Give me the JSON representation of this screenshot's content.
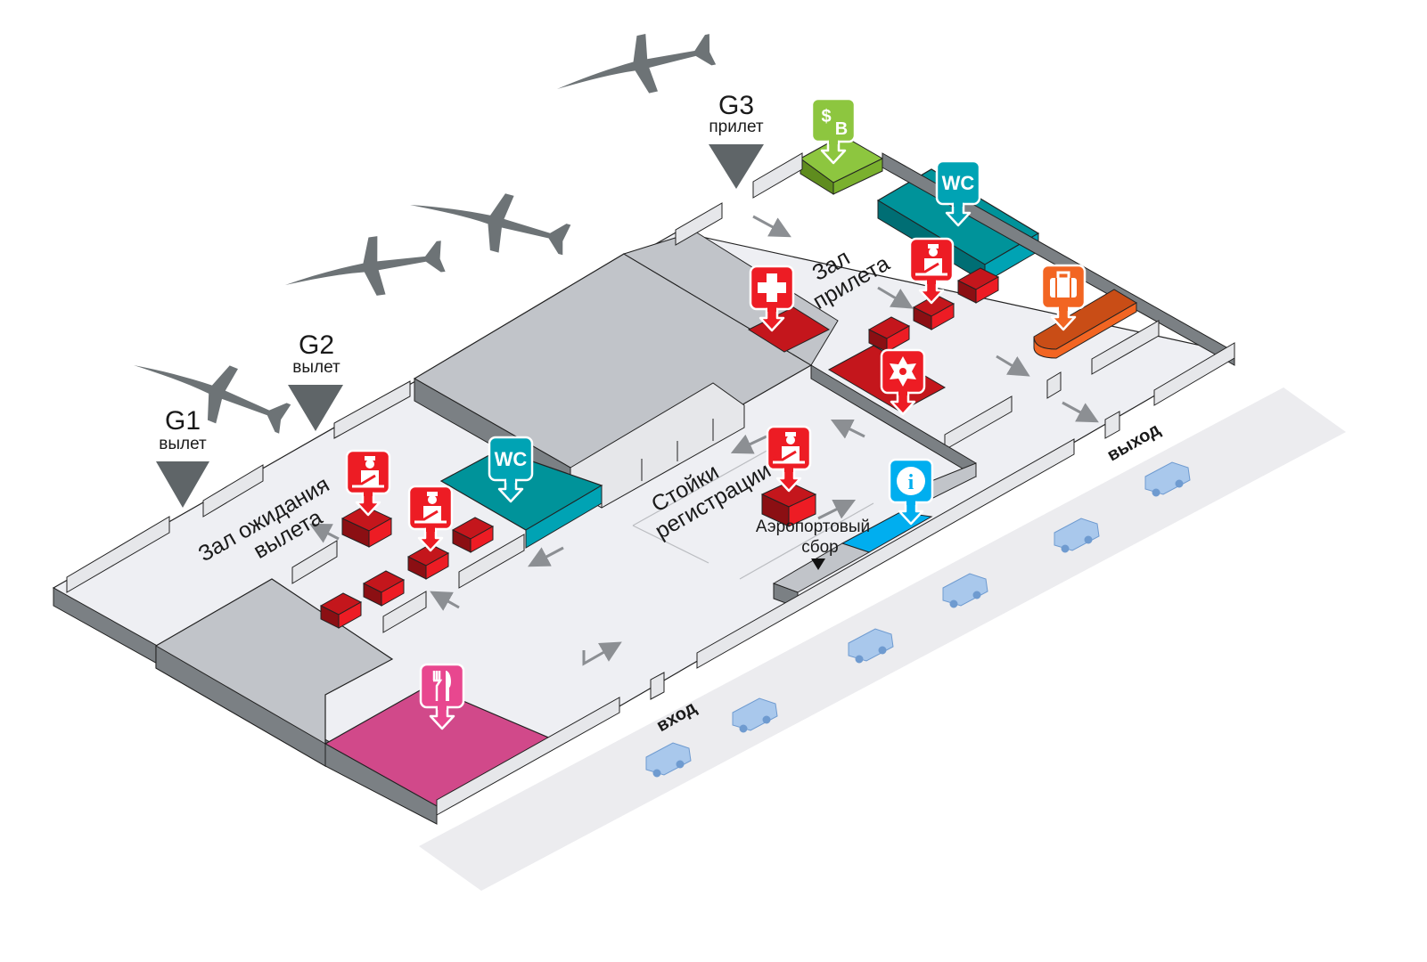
{
  "map": {
    "title": "Airport terminal floor plan",
    "gates": [
      {
        "code": "G1",
        "type": "вылет"
      },
      {
        "code": "G2",
        "type": "вылет"
      },
      {
        "code": "G3",
        "type": "прилет"
      }
    ],
    "zones": {
      "departure_lounge": [
        "Зал ожидания",
        "вылета"
      ],
      "arrival_hall": [
        "Зал",
        "прилета"
      ],
      "check_in": [
        "Стойки",
        "регистрации"
      ],
      "airport_fee": [
        "Аэропортовый",
        "сбор"
      ],
      "entrance": "вход",
      "exit": "выход"
    },
    "icons": [
      {
        "id": "currency-exchange",
        "symbol": "$₿",
        "color": "#8dc63f"
      },
      {
        "id": "wc-arrival",
        "symbol": "WC",
        "color": "#00a3b4"
      },
      {
        "id": "wc-departure",
        "symbol": "WC",
        "color": "#00a3b4"
      },
      {
        "id": "medical",
        "symbol": "+",
        "color": "#ed1c24"
      },
      {
        "id": "passport-control-arrival",
        "symbol": "officer",
        "color": "#ed1c24"
      },
      {
        "id": "police",
        "symbol": "★",
        "color": "#ed1c24"
      },
      {
        "id": "baggage-claim",
        "symbol": "suitcase",
        "color": "#f26522"
      },
      {
        "id": "check-in-desk",
        "symbol": "officer",
        "color": "#ed1c24"
      },
      {
        "id": "information",
        "symbol": "i",
        "color": "#00aeef"
      },
      {
        "id": "security-departure",
        "symbol": "officer",
        "color": "#ed1c24"
      },
      {
        "id": "passport-control-departure",
        "symbol": "officer",
        "color": "#ed1c24"
      },
      {
        "id": "restaurant",
        "symbol": "fork-knife",
        "color": "#e8478f"
      }
    ],
    "colors": {
      "floor": "#eeeff3",
      "wall_top": "#c1c4c9",
      "wall_side": "#7b8084",
      "red_block": "#ed1c24",
      "teal": "#00939a",
      "green": "#8dc63f",
      "orange": "#f26522",
      "magenta": "#d1498a",
      "blue_info": "#00aeef",
      "plane": "#6d7376",
      "car": "#a9c8ec"
    }
  }
}
